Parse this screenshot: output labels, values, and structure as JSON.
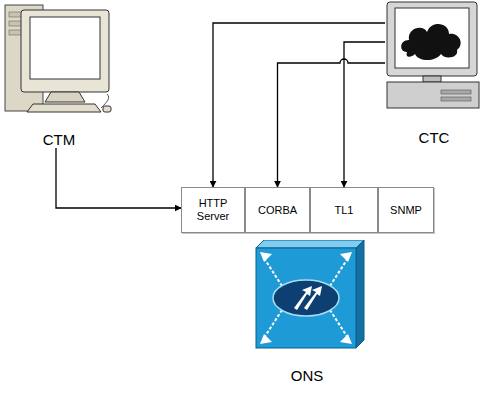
{
  "diagram": {
    "nodes": [
      {
        "text": [
          "CTM"
        ]
      },
      {
        "text": [
          "CTC"
        ]
      },
      {
        "text": [
          "HTTP Server"
        ]
      },
      {
        "text": [
          "CORBA"
        ]
      },
      {
        "text": [
          "TL1"
        ]
      },
      {
        "text": [
          "SNMP"
        ]
      },
      {
        "text": [
          "ONS"
        ]
      }
    ],
    "edges": [
      {
        "from": 0,
        "to": 2,
        "arrow": "to"
      },
      {
        "from": 1,
        "to": 2,
        "arrow": "to"
      },
      {
        "from": 1,
        "to": 3,
        "arrow": "to"
      },
      {
        "from": 1,
        "to": 4,
        "arrow": "to"
      }
    ]
  }
}
